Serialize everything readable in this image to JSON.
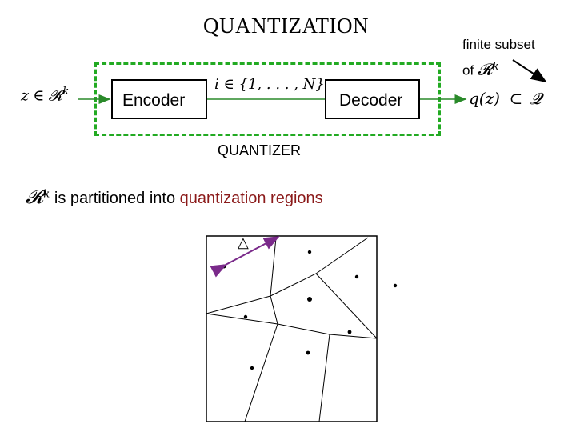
{
  "title": "QUANTIZATION",
  "input_label": {
    "var": "z",
    "in": "∈",
    "space": "𝓡",
    "exp": "k"
  },
  "encoder_label": "Encoder",
  "index_label": "i ∈ {1, . . . , N}",
  "decoder_label": "Decoder",
  "output_label": {
    "q": "q(z)",
    "subset": "⊂",
    "set": "𝓠"
  },
  "annotation": {
    "line1": "finite subset",
    "line2": "of",
    "space": "𝓡",
    "exp": "k"
  },
  "quantizer_label": "QUANTIZER",
  "partition_text": {
    "space": "𝓡",
    "exp": "k",
    "prefix": " is partitioned into ",
    "highlight": "quantization regions"
  },
  "delta_label": "△",
  "colors": {
    "frame_dash": "#22aa22",
    "encoder_border": "#000000",
    "highlight_text": "#8b1a1a",
    "delta_arrow": "#7a2a8a"
  }
}
